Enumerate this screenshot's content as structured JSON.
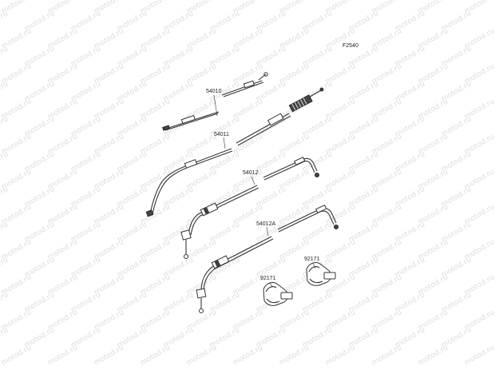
{
  "diagram": {
    "code": "F2540",
    "watermark": "motod.ru",
    "parts": [
      {
        "number": "54010"
      },
      {
        "number": "54011"
      },
      {
        "number": "54012"
      },
      {
        "number": "54012A"
      },
      {
        "number": "92171"
      },
      {
        "number": "92171"
      }
    ]
  }
}
